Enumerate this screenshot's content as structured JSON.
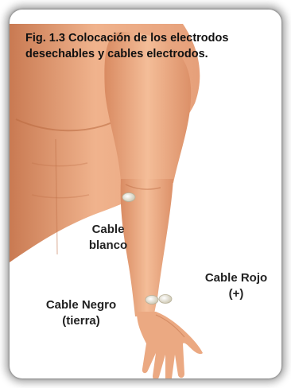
{
  "figure": {
    "caption_line1": "Fig. 1.3 Colocación de los electrodos",
    "caption_line2": "desechables y cables electrodos."
  },
  "labels": {
    "white_cable": {
      "line1": "Cable",
      "line2": "blanco"
    },
    "red_cable": {
      "line1": "Cable Rojo",
      "line2": "(+)"
    },
    "black_cable": {
      "line1": "Cable Negro",
      "line2": "(tierra)"
    }
  },
  "colors": {
    "skin_light": "#f2b894",
    "skin_mid": "#e39a6f",
    "skin_dark": "#c97a52",
    "electrode": "#ece8d8",
    "frame_shadow": "#000000"
  }
}
